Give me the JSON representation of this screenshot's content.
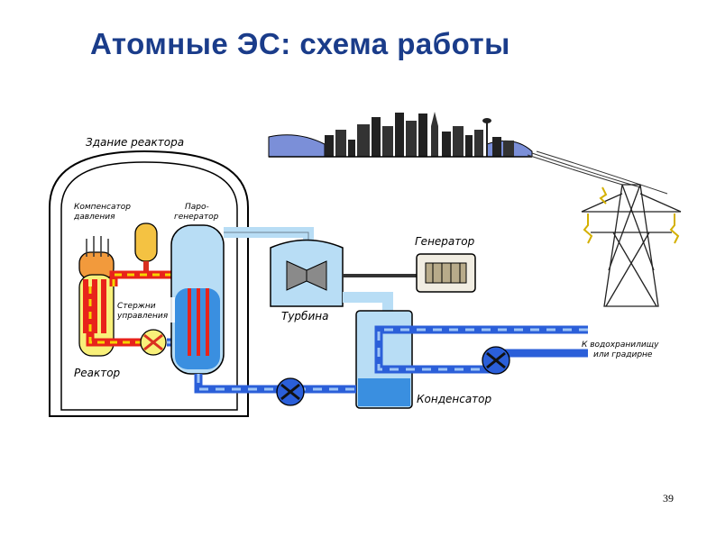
{
  "slide": {
    "title": "Атомные ЭС: схема работы",
    "page_number": "39"
  },
  "labels": {
    "reactor_building": "Здание реактора",
    "pressurizer_line1": "Компенсатор",
    "pressurizer_line2": "давления",
    "steam_gen_line1": "Паро-",
    "steam_gen_line2": "генератор",
    "control_rods_line1": "Стержни",
    "control_rods_line2": "управления",
    "reactor": "Реактор",
    "turbine": "Турбина",
    "generator": "Генератор",
    "condenser": "Конденсатор",
    "reservoir_line1": "К водохранилищу",
    "reservoir_line2": "или градирне"
  },
  "colors": {
    "title": "#1a3c8a",
    "hot_loop": "#e8231b",
    "hot_dash": "#f5d400",
    "cold_loop": "#2b5fd9",
    "steam": "#b8ddf5",
    "water": "#3a8fe0"
  }
}
